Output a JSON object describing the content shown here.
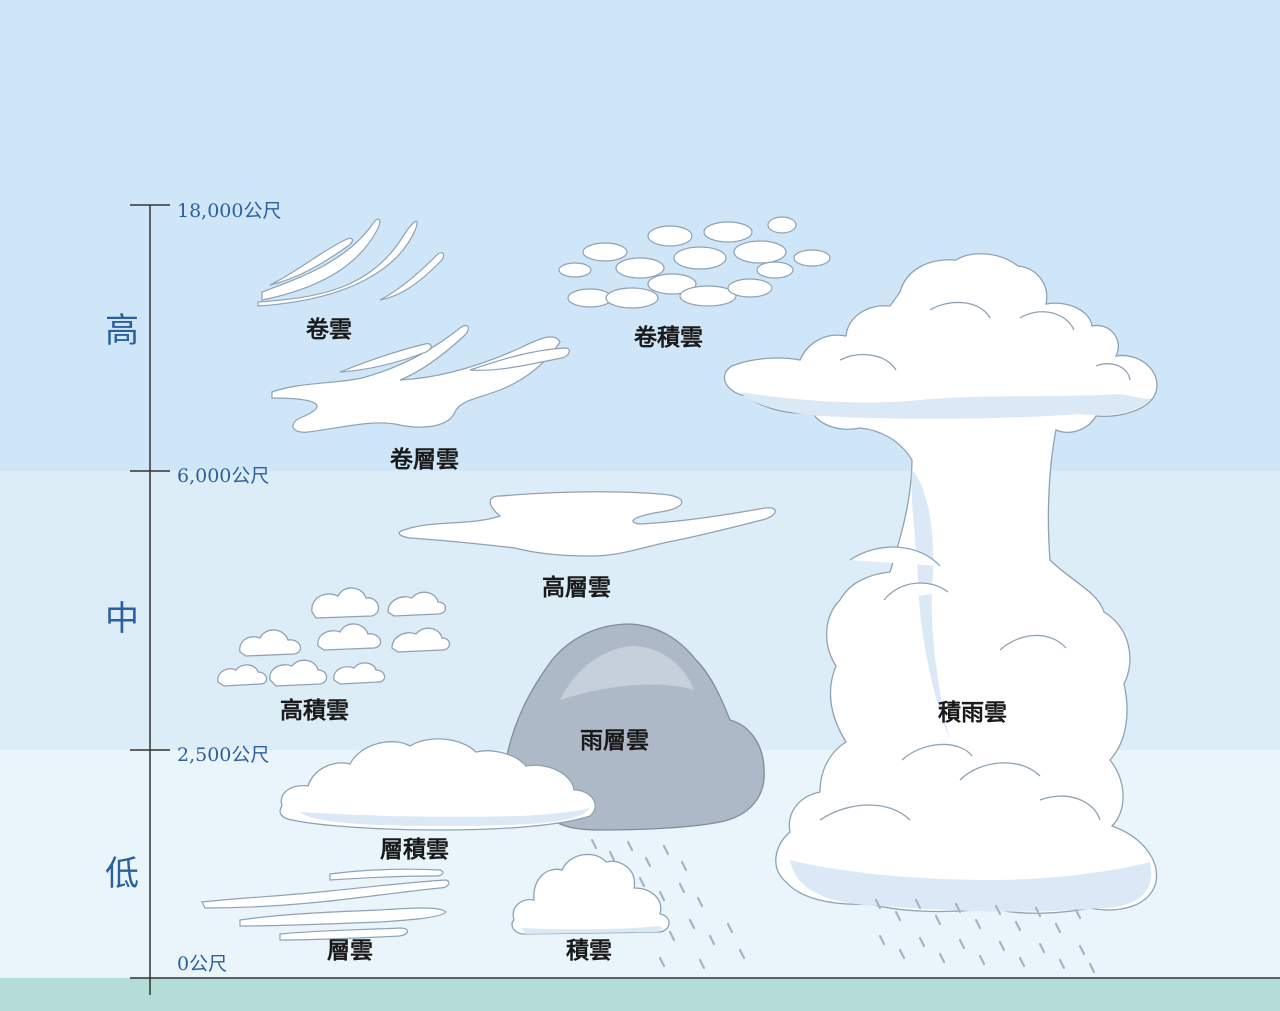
{
  "colors": {
    "sky_high": "#cfe6f8",
    "sky_mid": "#dcedf8",
    "sky_low": "#e9f4fb",
    "ground": "#b5ddd8",
    "axis": "#333333",
    "label_blue": "#2c5f9e",
    "nimbostratus": "#aeb9c7"
  },
  "axis": {
    "ticks": [
      {
        "label": "18,000公尺",
        "value": 18000
      },
      {
        "label": "6,000公尺",
        "value": 6000
      },
      {
        "label": "2,500公尺",
        "value": 2500
      },
      {
        "label": "0公尺",
        "value": 0
      }
    ],
    "bands": [
      "高",
      "中",
      "低"
    ]
  },
  "clouds": {
    "cirrus": "卷雲",
    "cirrocumulus": "卷積雲",
    "cirrostratus": "卷層雲",
    "altostratus": "高層雲",
    "altocumulus": "高積雲",
    "nimbostratus": "雨層雲",
    "cumulonimbus": "積雨雲",
    "stratocumulus": "層積雲",
    "stratus": "層雲",
    "cumulus": "積雲"
  }
}
